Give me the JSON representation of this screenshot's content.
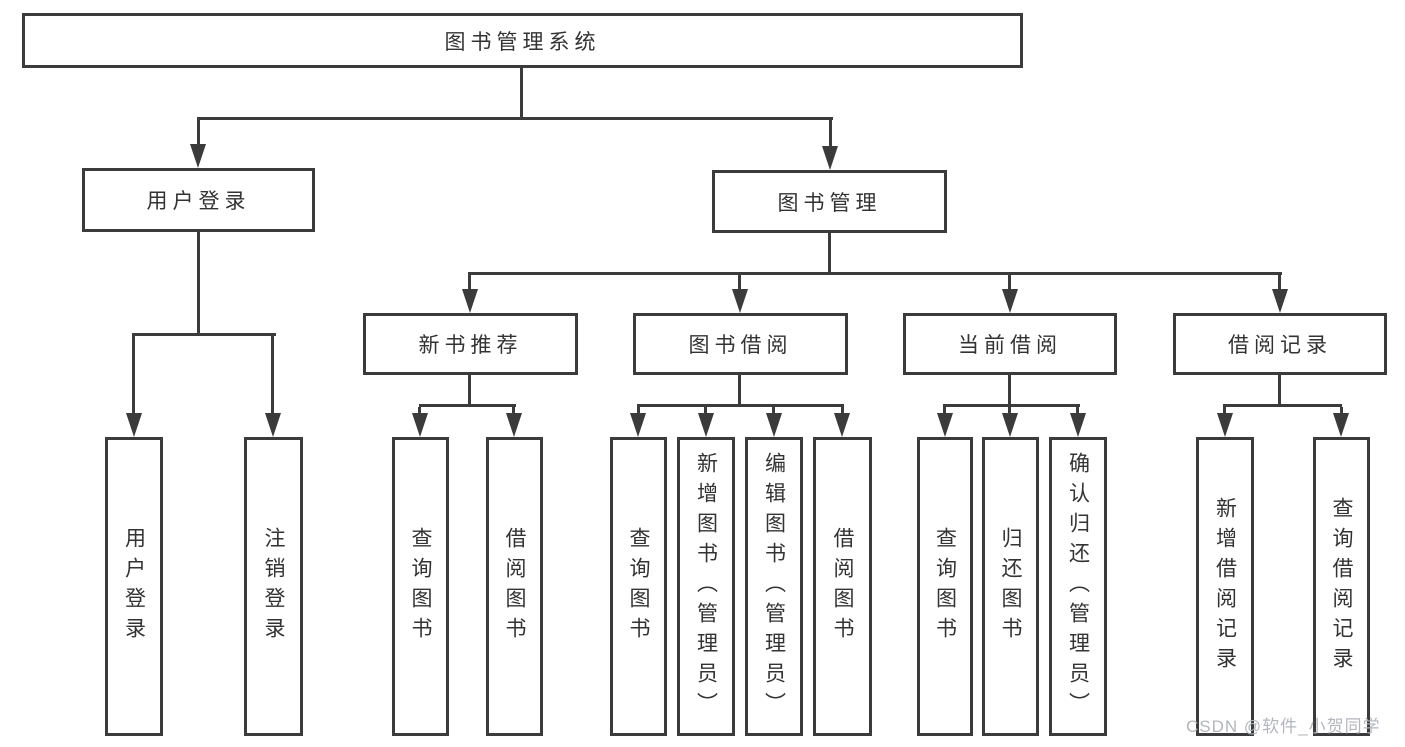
{
  "page": {
    "background": "#ffffff",
    "watermark": "CSDN @软件_小贺同学"
  },
  "diagram": {
    "type": "tree",
    "root": "图书管理系统",
    "level2": [
      {
        "label": "用户登录",
        "children": [
          "用户登录",
          "注销登录"
        ]
      },
      {
        "label": "图书管理",
        "children": [
          {
            "label": "新书推荐",
            "children": [
              "查询图书",
              "借阅图书"
            ]
          },
          {
            "label": "图书借阅",
            "children": [
              "查询图书",
              "新增图书（管理员）",
              "编辑图书（管理员）",
              "借阅图书"
            ]
          },
          {
            "label": "当前借阅",
            "children": [
              "查询图书",
              "归还图书",
              "确认归还（管理员）"
            ]
          },
          {
            "label": "借阅记录",
            "children": [
              "新增借阅记录",
              "查询借阅记录"
            ]
          }
        ]
      }
    ],
    "colors": {
      "line": "#3b3b3b",
      "text": "#333333",
      "watermark": "#b4b6bc",
      "background": "#ffffff"
    }
  }
}
